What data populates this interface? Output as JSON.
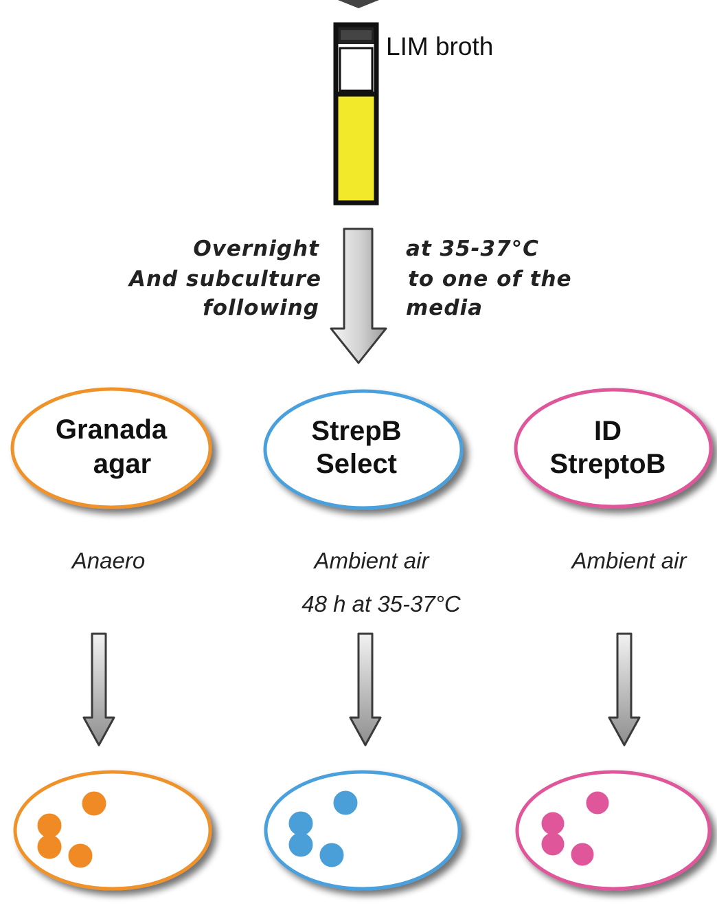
{
  "tube": {
    "label": "LIM broth",
    "colors": {
      "cap": "#222222",
      "headspace": "#ffffff",
      "broth": "#f2e92a",
      "outline": "#111111"
    }
  },
  "transfer_step": {
    "left_lines": [
      "Overnight",
      "And subculture",
      "following"
    ],
    "right_lines": [
      "at 35-37°C",
      "to one of the",
      "media"
    ]
  },
  "media": [
    {
      "name_lines": [
        "Granada",
        "agar"
      ],
      "atmosphere": "Anaero",
      "color": "#f0922a",
      "colony_color": "#f08a24"
    },
    {
      "name_lines": [
        "StrepB",
        "Select"
      ],
      "atmosphere": "Ambient air",
      "color": "#4aa0dc",
      "colony_color": "#4a9fd8"
    },
    {
      "name_lines": [
        "ID",
        "StreptoB"
      ],
      "atmosphere": "Ambient air",
      "color": "#e0569a",
      "colony_color": "#e0569a"
    }
  ],
  "incubation": "48 h at 35-37°C",
  "arrow_colors": {
    "fill_light": "#f4f4f4",
    "fill_dark": "#a0a0a0",
    "stroke": "#3a3a3a"
  }
}
